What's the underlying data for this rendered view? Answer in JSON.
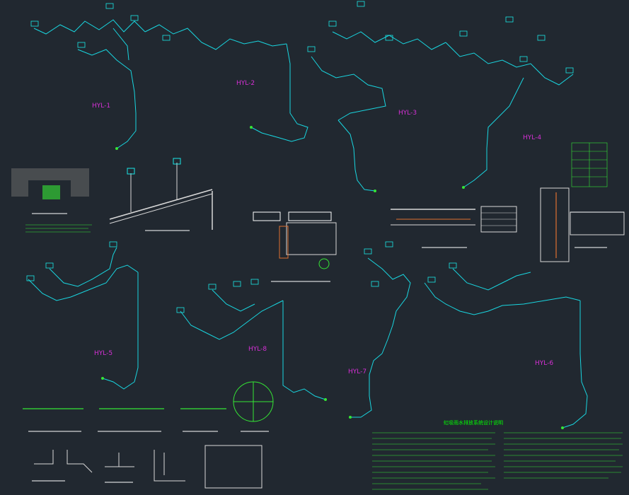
{
  "drawing": {
    "background": "#212830",
    "pipe_color": "#19d6e0",
    "label_color": "#d630d6",
    "annotation_color": "#35e635"
  },
  "system_labels": [
    "HYL-1",
    "HYL-2",
    "HYL-3",
    "HYL-4",
    "HYL-5",
    "HYL-6",
    "HYL-7",
    "HYL-8"
  ],
  "notes_title": "虹吸雨水排放系统设计说明"
}
